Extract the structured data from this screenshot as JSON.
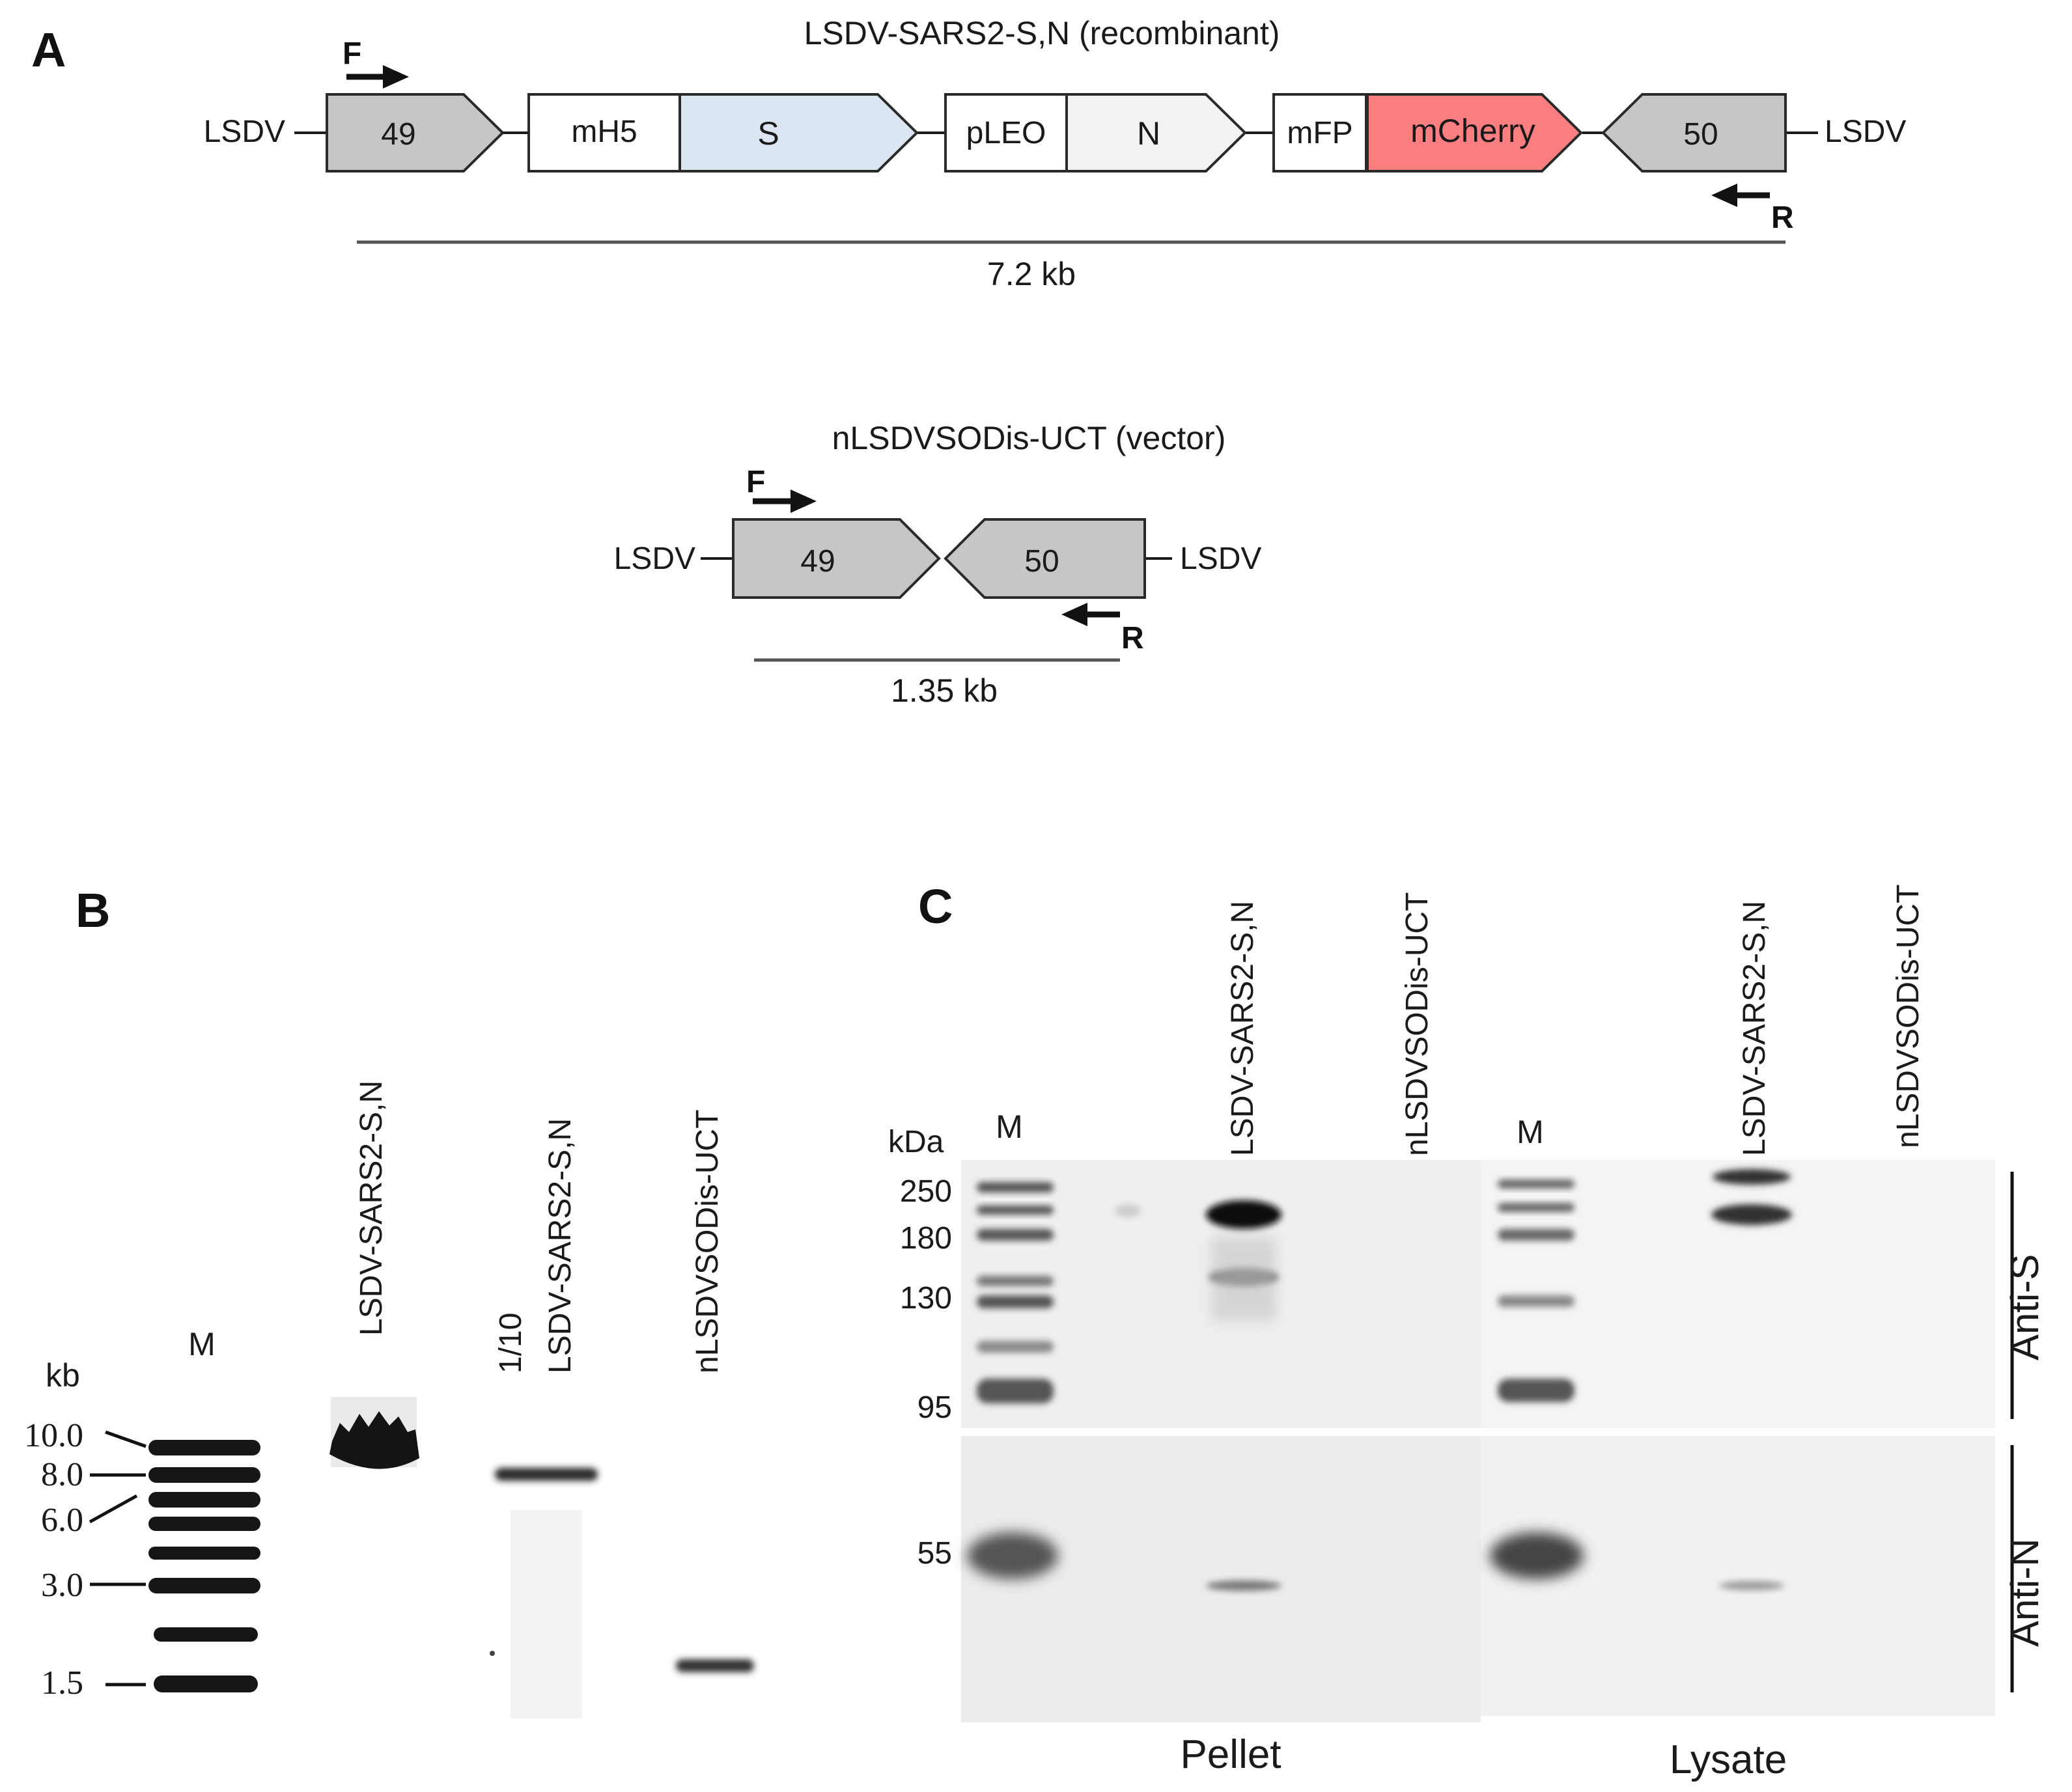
{
  "panels": {
    "a": "A",
    "b": "B",
    "c": "C"
  },
  "construct_recombinant": {
    "title": "LSDV-SARS2-S,N  (recombinant)",
    "flank_left": "LSDV",
    "flank_right": "LSDV",
    "genes": {
      "g49": "49",
      "mh5": "mH5",
      "s": "S",
      "pleo": "pLEO",
      "n": "N",
      "mfp": "mFP",
      "mcherry": "mCherry",
      "g50": "50"
    },
    "primer_f": "F",
    "primer_r": "R",
    "size": "7.2 kb"
  },
  "construct_vector": {
    "title": "nLSDVSODis-UCT  (vector)",
    "flank_left": "LSDV",
    "flank_right": "LSDV",
    "genes": {
      "g49": "49",
      "g50": "50"
    },
    "primer_f": "F",
    "primer_r": "R",
    "size": "1.35 kb"
  },
  "colors": {
    "gray_gene": "#c6c6c6",
    "s_gene": "#dce6f2",
    "n_gene": "#f2f2f2",
    "mcherry_gene": "#fb7f80",
    "white_gene": "#ffffff"
  },
  "gel_b": {
    "unit": "kb",
    "marker_label": "M",
    "ladder": [
      "10.0",
      "8.0",
      "6.0",
      "3.0",
      "1.5"
    ],
    "lanes": {
      "l1": "LSDV-SARS2-S,N",
      "l2_dilution": "1/10",
      "l2": "LSDV-SARS2-S,N",
      "l3": "nLSDVSODis-UCT"
    }
  },
  "blot_c": {
    "unit": "kDa",
    "marker_label": "M",
    "markers_top": [
      "250",
      "180",
      "130",
      "95"
    ],
    "markers_bottom": [
      "55"
    ],
    "lanes": {
      "pellet_l1": "LSDV-SARS2-S,N",
      "pellet_l2": "nLSDVSODis-UCT",
      "lysate_l1": "LSDV-SARS2-S,N",
      "lysate_l2": "nLSDVSODis-UCT"
    },
    "antibodies": {
      "top": "Anti-S",
      "bottom": "Anti-N"
    },
    "fractions": {
      "pellet": "Pellet",
      "lysate": "Lysate"
    }
  }
}
